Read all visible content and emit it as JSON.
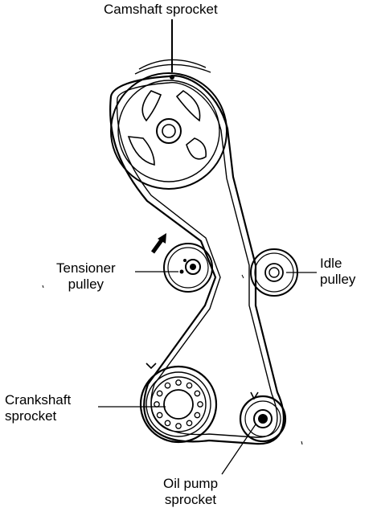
{
  "labels": {
    "camshaft": [
      "Camshaft sprocket"
    ],
    "tensioner": [
      "Tensioner",
      "pulley"
    ],
    "idle": [
      "Idle",
      "pulley"
    ],
    "crankshaft": [
      "Crankshaft",
      "sprocket"
    ],
    "oil_pump": [
      "Oil pump",
      "sprocket"
    ]
  }
}
